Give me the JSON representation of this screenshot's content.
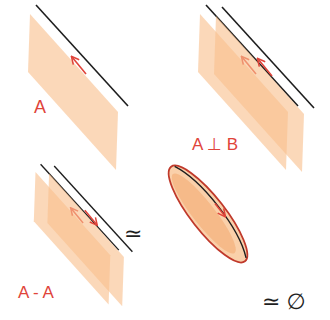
{
  "diagram": {
    "labels": [
      "A",
      "A ⊥ B",
      "A - A",
      "≃",
      "≃ ∅"
    ]
  }
}
